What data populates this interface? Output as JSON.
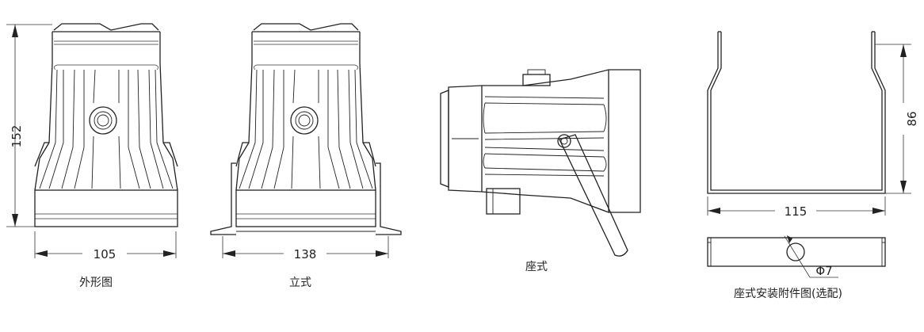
{
  "views": {
    "outline": {
      "caption": "外形图",
      "height_dim": "152",
      "width_dim": "105"
    },
    "stand": {
      "caption": "立式",
      "width_dim": "138"
    },
    "base": {
      "caption": "座式"
    },
    "bracket": {
      "caption": "座式安装附件图(选配)",
      "width_dim": "115",
      "height_dim": "86",
      "hole_dim": "Φ7"
    }
  }
}
